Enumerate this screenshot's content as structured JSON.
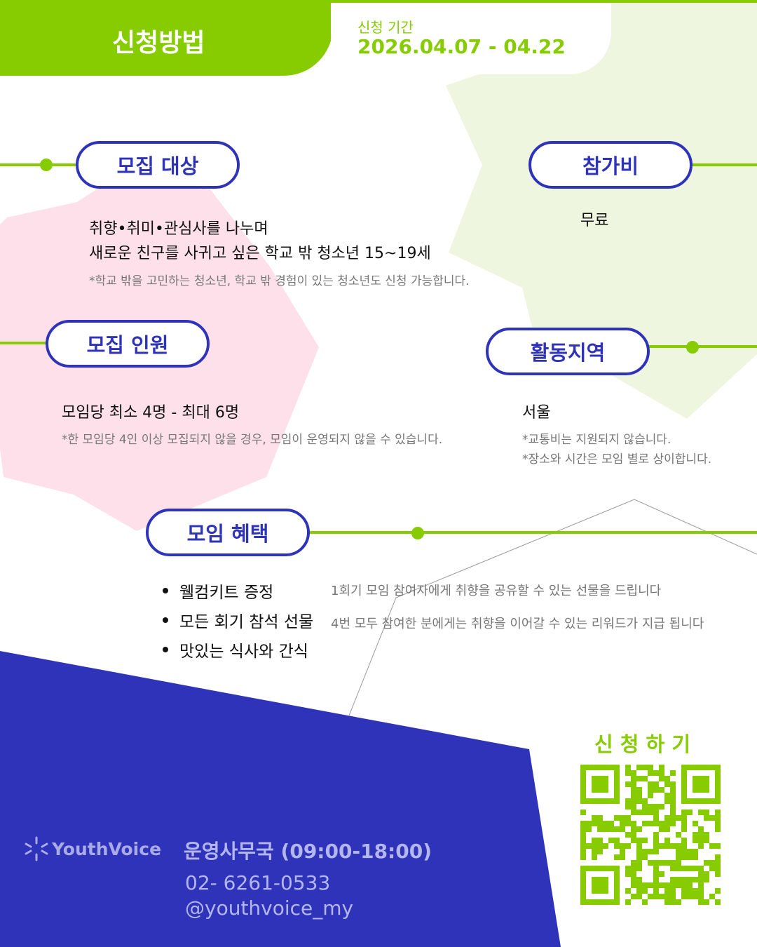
{
  "header": {
    "title": "신청방법",
    "period_label": "신청 기간",
    "period_value": "2026.04.07 - 04.22"
  },
  "sections": {
    "target": {
      "label": "모집 대상",
      "line1": "취향•취미•관심사를 나누며",
      "line2": "새로운 친구를 사귀고 싶은 학교 밖 청소년 15~19세",
      "note": "*학교 밖을 고민하는 청소년, 학교 밖 경험이 있는 청소년도 신청 가능합니다."
    },
    "fee": {
      "label": "참가비",
      "value": "무료"
    },
    "headcount": {
      "label": "모집 인원",
      "value": "모임당 최소 4명 - 최대 6명",
      "note": "*한 모임당 4인 이상 모집되지 않을 경우, 모임이 운영되지 않을 수 있습니다."
    },
    "region": {
      "label": "활동지역",
      "value": "서울",
      "note1": "*교통비는 지원되지 않습니다.",
      "note2": "*장소와 시간은 모임 별로 상이합니다."
    },
    "benefits": {
      "label": "모임 혜택",
      "items": [
        {
          "title": "웰컴키트 증정",
          "desc": "1회기 모임 참여자에게 취향을 공유할 수 있는 선물을 드립니다"
        },
        {
          "title": "모든 회기 참석 선물",
          "desc": "4번 모두 참여한 분에게는 취향을 이어갈 수 있는 리워드가 지급 됩니다"
        },
        {
          "title": "맛있는 식사와 간식"
        }
      ]
    }
  },
  "footer": {
    "logo": "YouthVoice",
    "office": "운영사무국 (09:00-18:00)",
    "phone": "02- 6261-0533",
    "sns": "@youthvoice_my",
    "apply_label": "신 청 하 기"
  },
  "colors": {
    "green": "#86cc00",
    "blue": "#2e33b9",
    "pink": "#fde0ea",
    "light_green": "#eef6df"
  }
}
